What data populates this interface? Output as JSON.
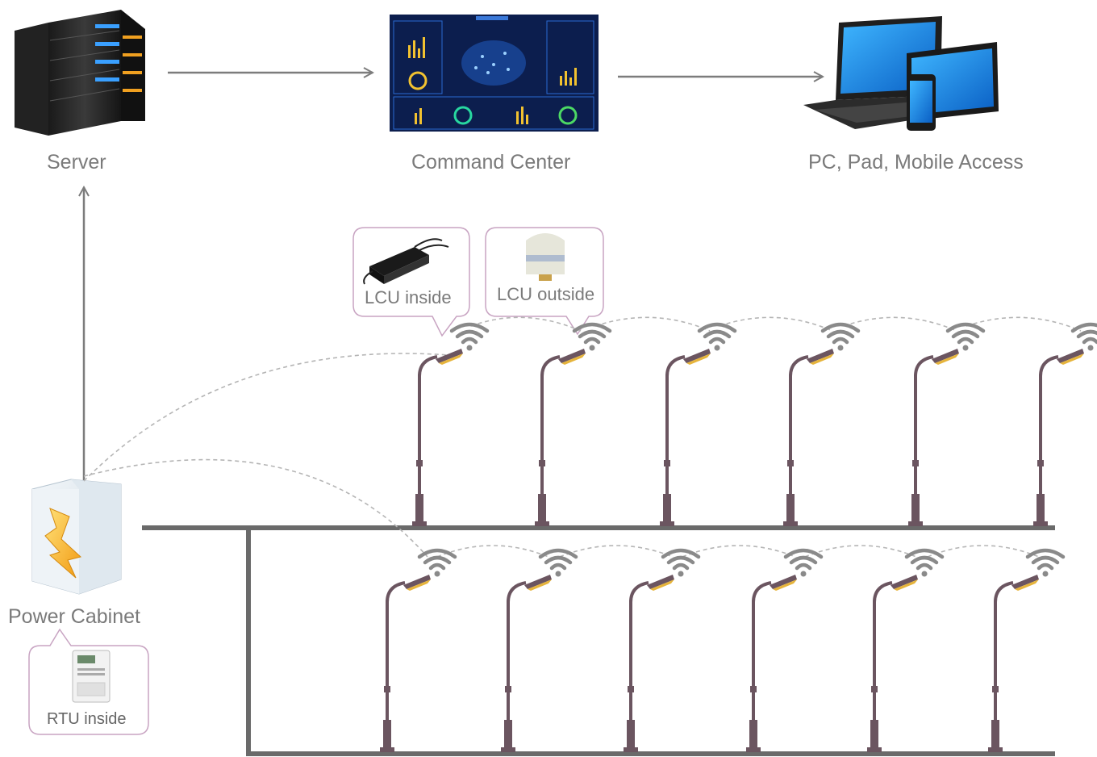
{
  "labels": {
    "server": "Server",
    "command_center": "Command Center",
    "access": "PC, Pad, Mobile Access",
    "power_cabinet": "Power Cabinet",
    "lcu_inside": "LCU inside",
    "lcu_outside": "LCU outside",
    "rtu_inside": "RTU inside"
  },
  "colors": {
    "pole": "#6b5560",
    "lamp": "#e6b43c",
    "wifi": "#8a8a8a",
    "arrow": "#7c7c7c",
    "road": "#6a6a6a",
    "callout_border": "#c8a4c2",
    "dash": "#b0b0b0",
    "screen": "#0c1e4e"
  },
  "icons": {
    "server": "server-rack-icon",
    "command_center": "dashboard-screen-icon",
    "devices": "laptop-tablet-phone-icon",
    "cabinet": "power-cabinet-icon",
    "lcu_inside": "lcu-module-icon",
    "lcu_outside": "lcu-antenna-icon",
    "rtu": "rtu-meter-icon",
    "pole": "street-light-icon",
    "wireless": "wifi-signal-icon"
  },
  "lamp_rows": [
    {
      "name": "upper-row",
      "count": 6
    },
    {
      "name": "lower-row",
      "count": 6
    }
  ]
}
